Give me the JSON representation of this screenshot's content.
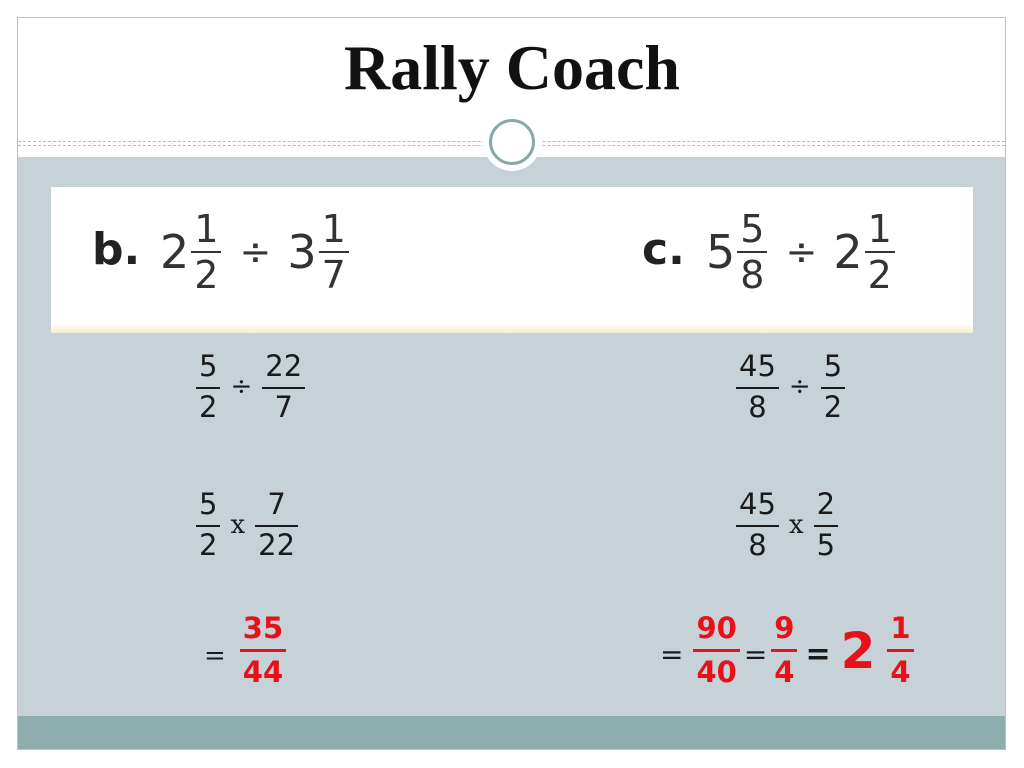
{
  "slide": {
    "title": "Rally Coach"
  },
  "problems": [
    {
      "label": "b.",
      "whole1": "2",
      "num1": "1",
      "den1": "2",
      "op": "÷",
      "whole2": "3",
      "num2": "1",
      "den2": "7"
    },
    {
      "label": "c.",
      "whole1": "5",
      "num1": "5",
      "den1": "8",
      "op": "÷",
      "whole2": "2",
      "num2": "1",
      "den2": "2"
    }
  ],
  "solutions": {
    "b": {
      "step1": {
        "num1": "5",
        "den1": "2",
        "op": "÷",
        "num2": "22",
        "den2": "7"
      },
      "step2": {
        "num1": "5",
        "den1": "2",
        "op": "x",
        "num2": "7",
        "den2": "22"
      },
      "result": {
        "eq": "=",
        "num": "35",
        "den": "44"
      }
    },
    "c": {
      "step1": {
        "num1": "45",
        "den1": "8",
        "op": "÷",
        "num2": "5",
        "den2": "2"
      },
      "step2": {
        "num1": "45",
        "den1": "8",
        "op": "x",
        "num2": "2",
        "den2": "5"
      },
      "result": {
        "eq1": "=",
        "num1": "90",
        "den1": "40",
        "eq2": "=",
        "num2": "9",
        "den2": "4",
        "eq3": "=",
        "whole": "2",
        "num3": "1",
        "den3": "4"
      }
    }
  },
  "colors": {
    "accent_red": "#e8111a",
    "panel": "#c7d2d8",
    "footer": "#8fadae"
  }
}
